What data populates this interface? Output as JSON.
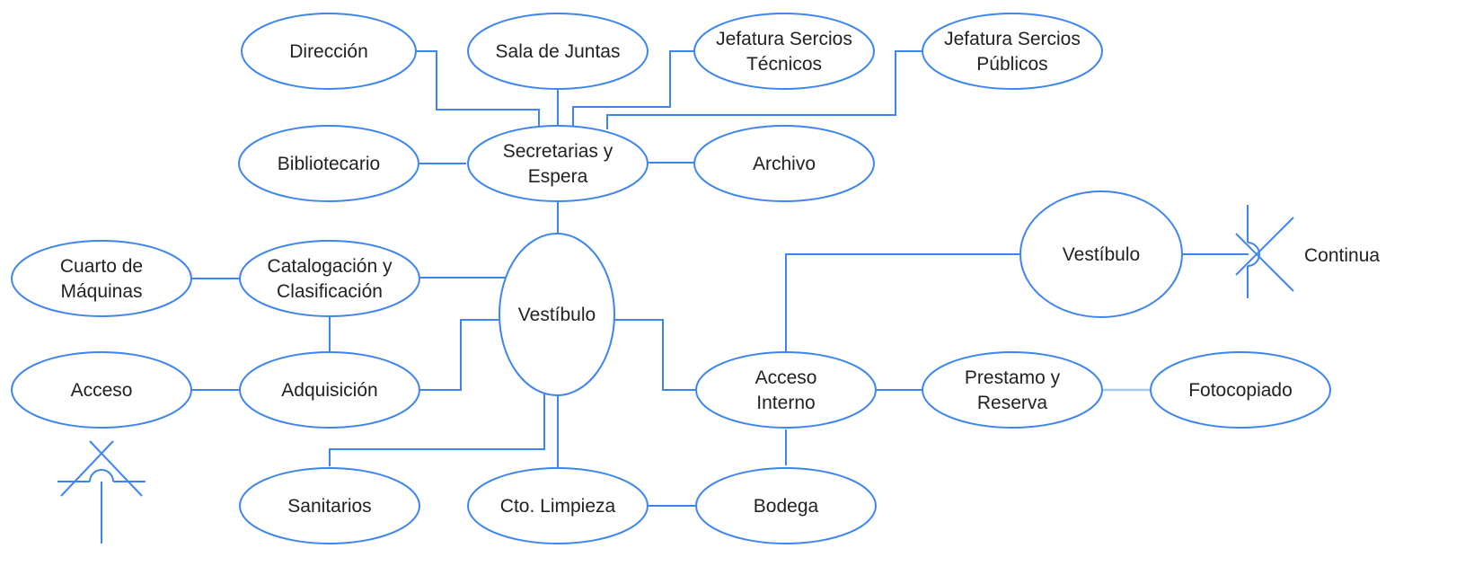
{
  "diagram": {
    "nodes": {
      "direccion": [
        "Dirección"
      ],
      "sala_juntas": [
        "Sala de Juntas"
      ],
      "jefatura_tecnicos": [
        "Jefatura Sercios",
        "Técnicos"
      ],
      "jefatura_publicos": [
        "Jefatura Sercios",
        "Públicos"
      ],
      "bibliotecario": [
        "Bibliotecario"
      ],
      "secretarias": [
        "Secretarias y",
        "Espera"
      ],
      "archivo": [
        "Archivo"
      ],
      "cuarto_maquinas": [
        "Cuarto de",
        "Máquinas"
      ],
      "catalogacion": [
        "Catalogación y",
        "Clasificación"
      ],
      "vestibulo_central": [
        "Vestíbulo"
      ],
      "vestibulo_superior": [
        "Vestíbulo"
      ],
      "acceso": [
        "Acceso"
      ],
      "adquisicion": [
        "Adquisición"
      ],
      "acceso_interno": [
        "Acceso",
        "Interno"
      ],
      "prestamo": [
        "Prestamo y",
        "Reserva"
      ],
      "fotocopiado": [
        "Fotocopiado"
      ],
      "sanitarios": [
        "Sanitarios"
      ],
      "limpieza": [
        "Cto. Limpieza"
      ],
      "bodega": [
        "Bodega"
      ]
    },
    "continua_label": "Continua"
  }
}
